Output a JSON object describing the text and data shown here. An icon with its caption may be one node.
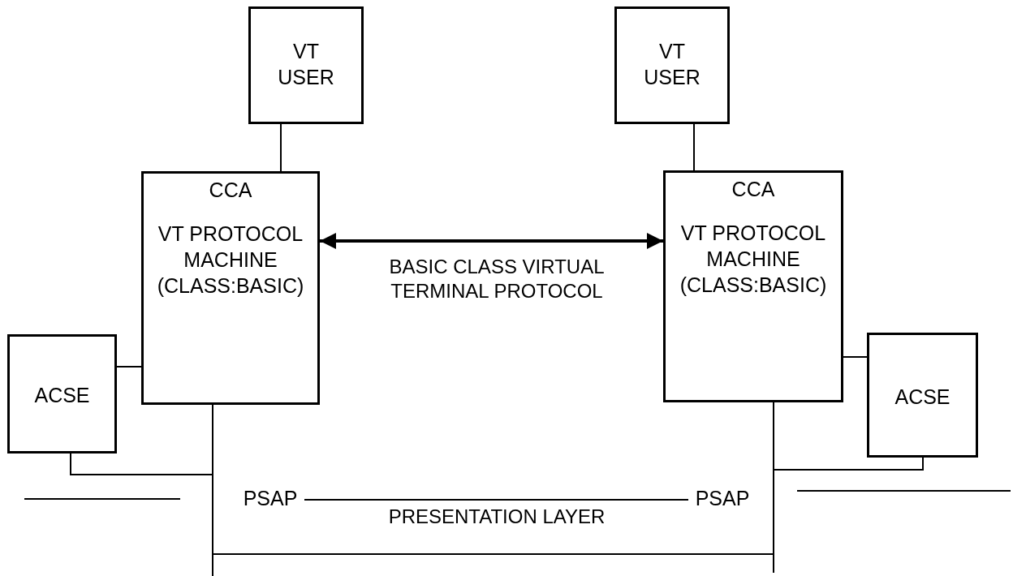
{
  "diagram": {
    "nodes": [
      {
        "text": [
          "VT USER"
        ]
      },
      {
        "text": [
          "VT USER"
        ]
      },
      {
        "text": [
          "CCA",
          "VT PROTOCOL MACHINE (CLASS:BASIC)"
        ]
      },
      {
        "text": [
          "CCA",
          "VT PROTOCOL MACHINE (CLASS:BASIC)"
        ]
      },
      {
        "text": [
          "ACSE"
        ]
      },
      {
        "text": [
          "ACSE"
        ]
      },
      {
        "text": [
          "PSAP"
        ]
      },
      {
        "text": [
          "PSAP"
        ]
      }
    ],
    "edges": [
      {
        "from": 0,
        "to": 2,
        "arrow": "none"
      },
      {
        "from": 1,
        "to": 3,
        "arrow": "none"
      },
      {
        "from": 2,
        "to": 3,
        "arrow": "both",
        "label": "BASIC CLASS VIRTUAL TERMINAL PROTOCOL",
        "style": "thick"
      },
      {
        "from": 2,
        "to": 4,
        "arrow": "none"
      },
      {
        "from": 3,
        "to": 5,
        "arrow": "none"
      },
      {
        "from": 2,
        "to": null,
        "arrow": "none"
      },
      {
        "from": 3,
        "to": null,
        "arrow": "none"
      },
      {
        "from": 4,
        "to": null,
        "arrow": "none"
      },
      {
        "from": 5,
        "to": null,
        "arrow": "none"
      },
      {
        "from": 6,
        "to": 7,
        "arrow": "none"
      }
    ],
    "labels": [
      "PRESENTATION LAYER"
    ]
  }
}
